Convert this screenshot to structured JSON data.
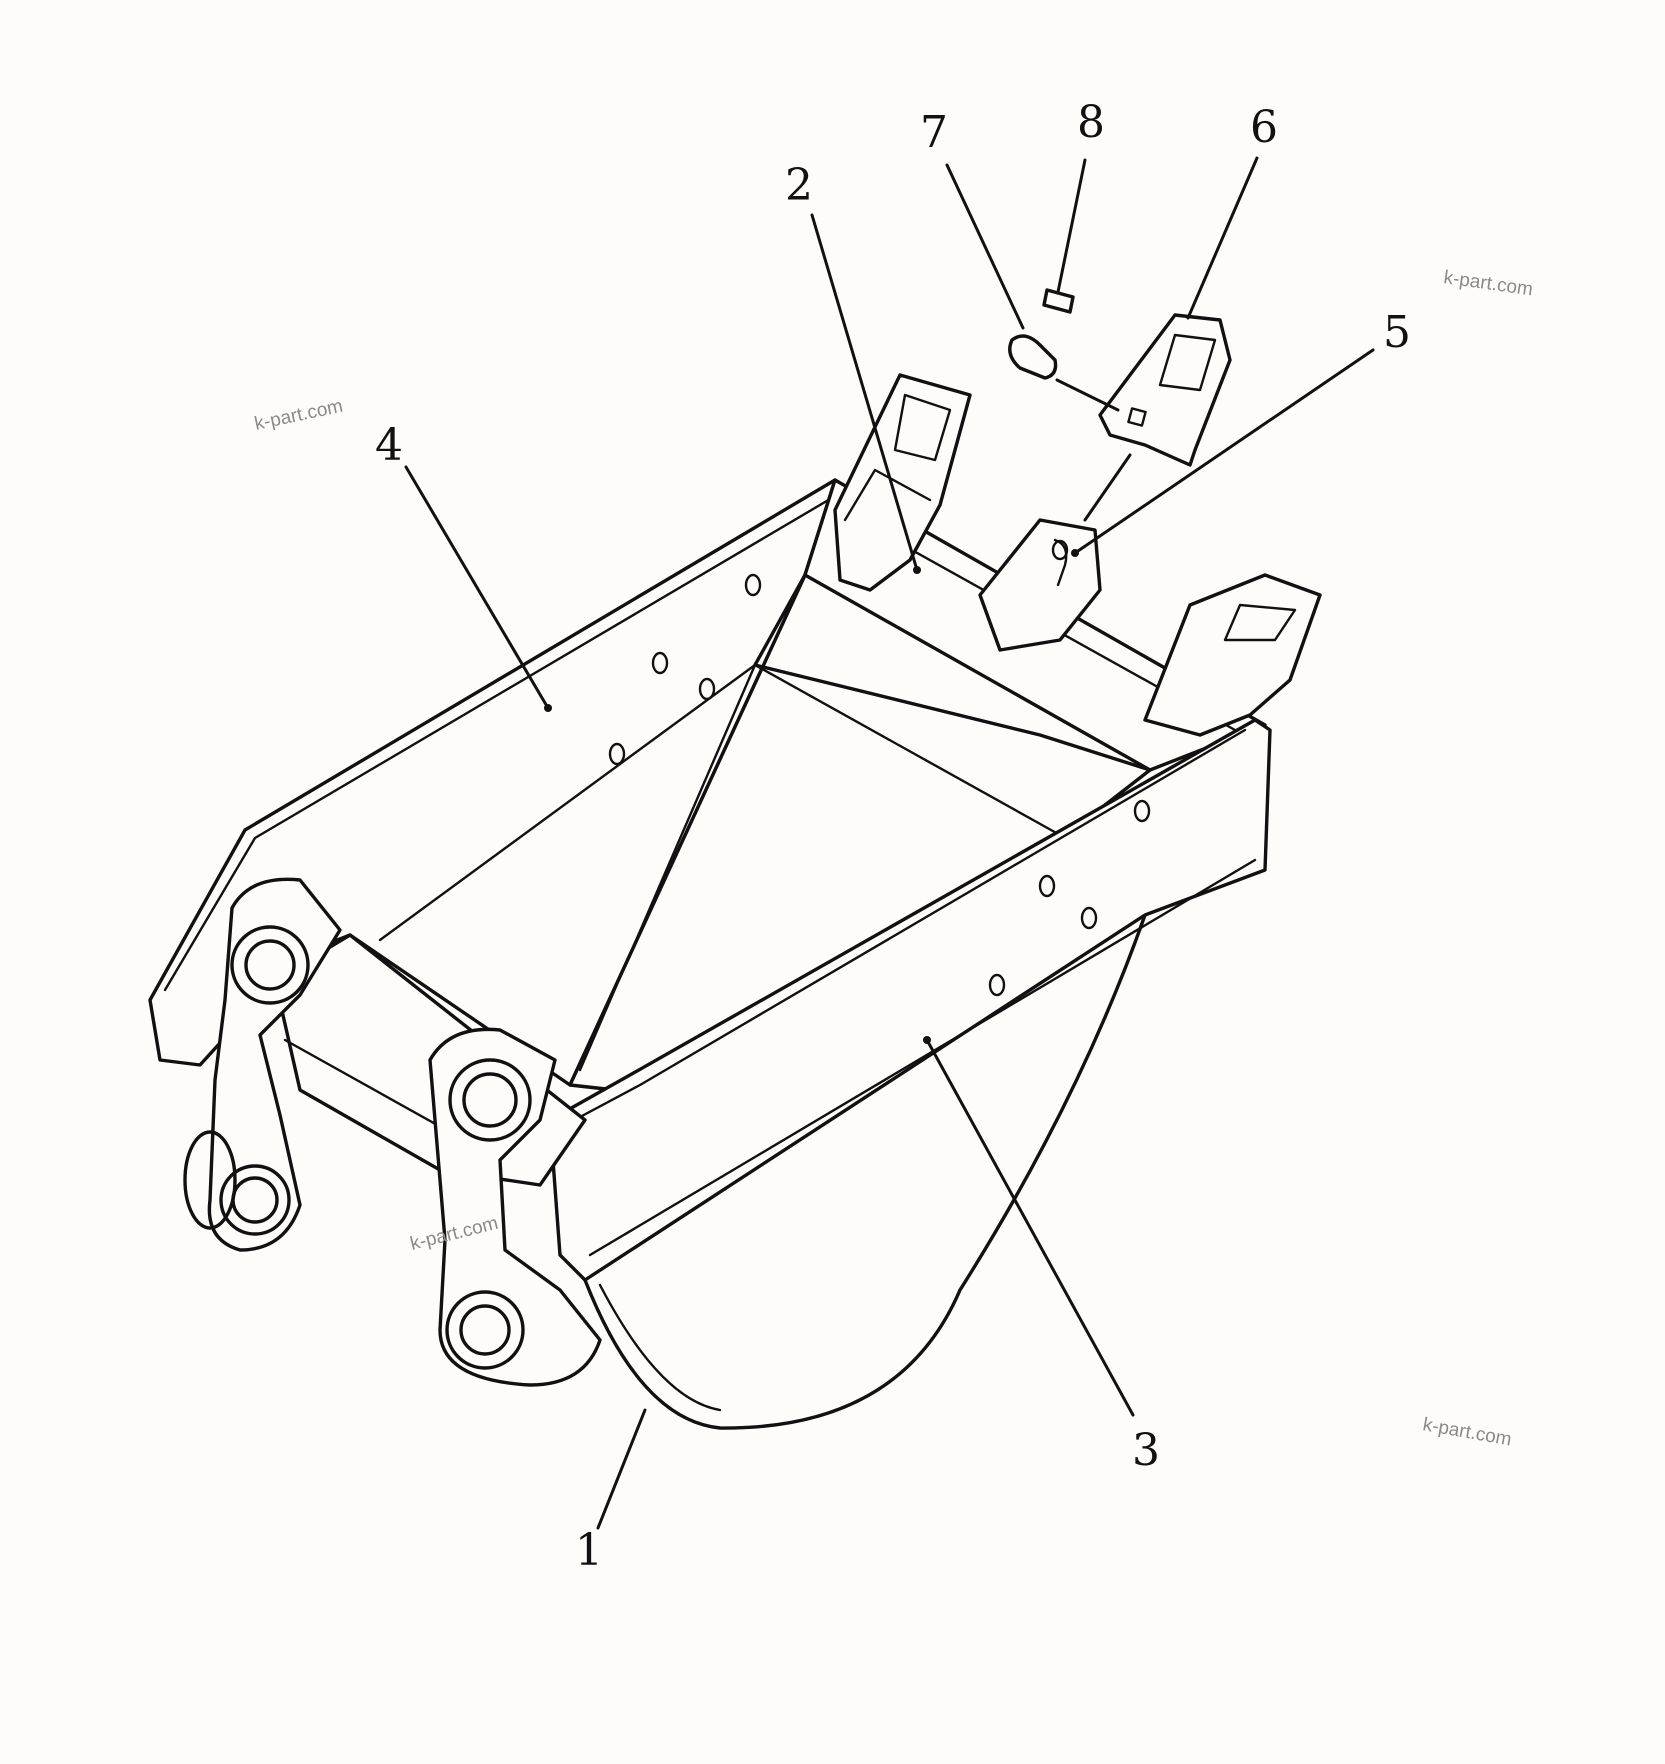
{
  "callouts": [
    {
      "id": "1",
      "label": "1"
    },
    {
      "id": "2",
      "label": "2"
    },
    {
      "id": "3",
      "label": "3"
    },
    {
      "id": "4",
      "label": "4"
    },
    {
      "id": "5",
      "label": "5"
    },
    {
      "id": "6",
      "label": "6"
    },
    {
      "id": "7",
      "label": "7"
    },
    {
      "id": "8",
      "label": "8"
    }
  ],
  "watermarks": [
    "k-part.com",
    "k-part.com",
    "k-part.com",
    "k-part.com"
  ]
}
